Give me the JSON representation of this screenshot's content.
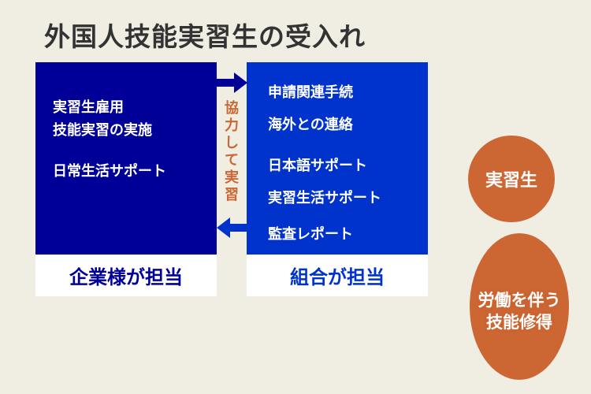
{
  "title": "外国人技能実習生の受入れ",
  "company": {
    "label": "企業様が担当",
    "items": [
      "実習生雇用",
      "技能実習の実施",
      "日常生活サポート"
    ],
    "color": "#000099"
  },
  "union": {
    "label": "組合が担当",
    "items": [
      "申請関連手続",
      "海外との連絡",
      "日本語サポート",
      "実習生活サポート",
      "監査レポート"
    ],
    "color": "#0033cc"
  },
  "cooperation": {
    "text": "協力して実習",
    "chars": [
      "協",
      "力",
      "し",
      "て",
      "実",
      "習"
    ],
    "color": "#cc6633"
  },
  "trainee": {
    "label": "実習生",
    "description_lines": [
      "労働を伴う",
      "技能修得"
    ],
    "color": "#cc6633"
  },
  "background": "#f0ede3"
}
